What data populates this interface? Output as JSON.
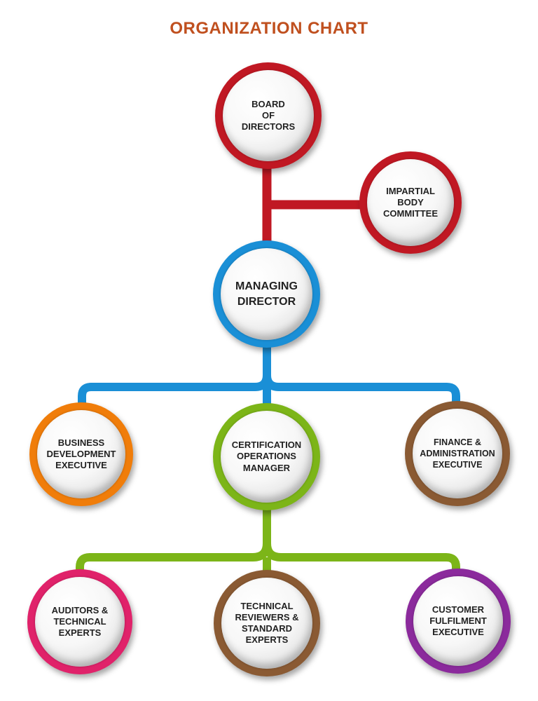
{
  "title": "ORGANIZATION CHART",
  "nodes": {
    "board": {
      "label": "BOARD\nOF\nDIRECTORS",
      "color": "#c01823"
    },
    "impartial": {
      "label": "IMPARTIAL\nBODY\nCOMMITTEE",
      "color": "#c01823"
    },
    "managing": {
      "label": "MANAGING\nDIRECTOR",
      "color": "#1a8fd6"
    },
    "business": {
      "label": "BUSINESS\nDEVELOPMENT\nEXECUTIVE",
      "color": "#f07d0a"
    },
    "certification": {
      "label": "CERTIFICATION\nOPERATIONS\nMANAGER",
      "color": "#7cb518"
    },
    "finance": {
      "label": "FINANCE &\nADMINISTRATION\nEXECUTIVE",
      "color": "#8a5a33"
    },
    "auditors": {
      "label": "AUDITORS &\nTECHNICAL\nEXPERTS",
      "color": "#e0226a"
    },
    "reviewers": {
      "label": "TECHNICAL\nREVIEWERS &\nSTANDARD\nEXPERTS",
      "color": "#8a5a33"
    },
    "customer": {
      "label": "CUSTOMER\nFULFILMENT\nEXECUTIVE",
      "color": "#8b2a9c"
    }
  },
  "connector_colors": {
    "board": "#c01823",
    "managing": "#1a8fd6",
    "certification": "#7cb518"
  }
}
